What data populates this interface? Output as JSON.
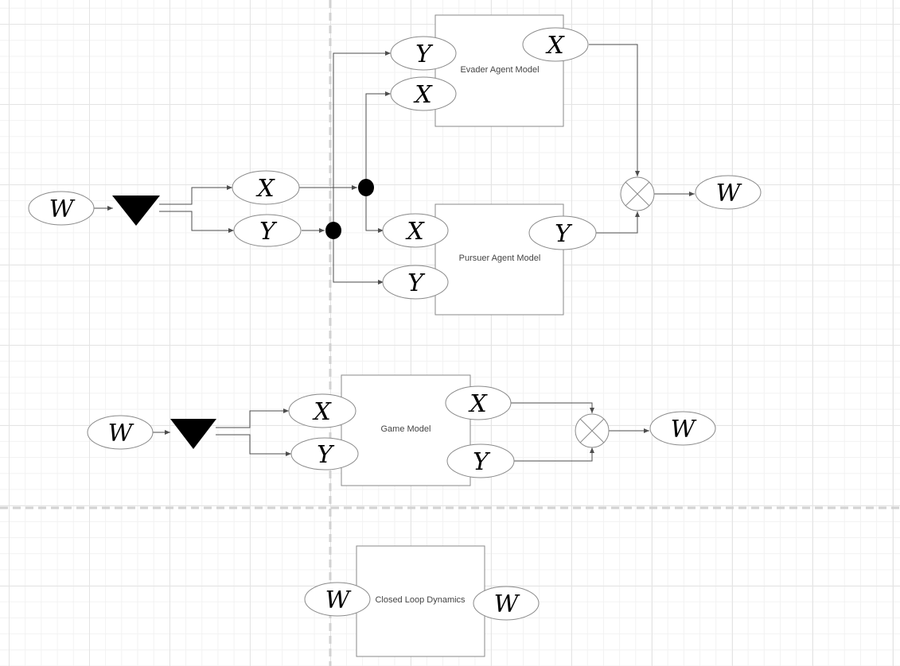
{
  "blocks": {
    "evader": "Evader Agent Model",
    "pursuer": "Pursuer Agent Model",
    "game": "Game Model",
    "closed_loop": "Closed Loop Dynamics"
  },
  "symbols": {
    "w": "W",
    "x": "X",
    "y": "Y"
  },
  "colors": {
    "stroke": "#8a8a8a",
    "wire": "#4d4d4d",
    "fill": "#ffffff",
    "node": "#000000"
  }
}
